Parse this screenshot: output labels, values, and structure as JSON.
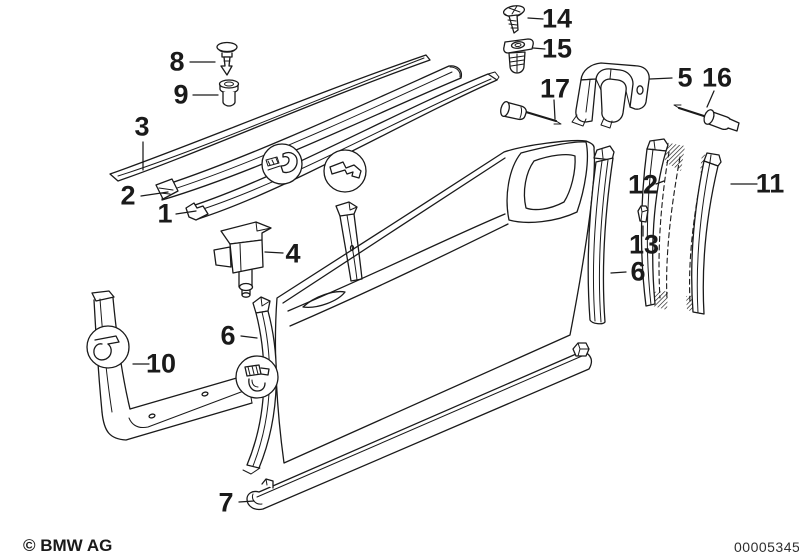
{
  "footer": {
    "copyright": "© BMW AG",
    "diagram_number": "00005345"
  },
  "labels": {
    "l1": "1",
    "l2": "2",
    "l3": "3",
    "l4": "4",
    "l5": "5",
    "l6": "6",
    "l7": "7",
    "l8": "8",
    "l9": "9",
    "l10": "10",
    "l11": "11",
    "l12": "12",
    "l13": "13",
    "l14": "14",
    "l15": "15",
    "l16": "16",
    "l17": "17"
  },
  "icons": {
    "detail_a": "bulb-seal-cross-section",
    "detail_b": "hook-trim-cross-section",
    "detail_c": "channel-frame-cross-section",
    "detail_d": "box-channel-cross-section"
  },
  "colors": {
    "line": "#1a1a1a",
    "background": "#ffffff"
  }
}
